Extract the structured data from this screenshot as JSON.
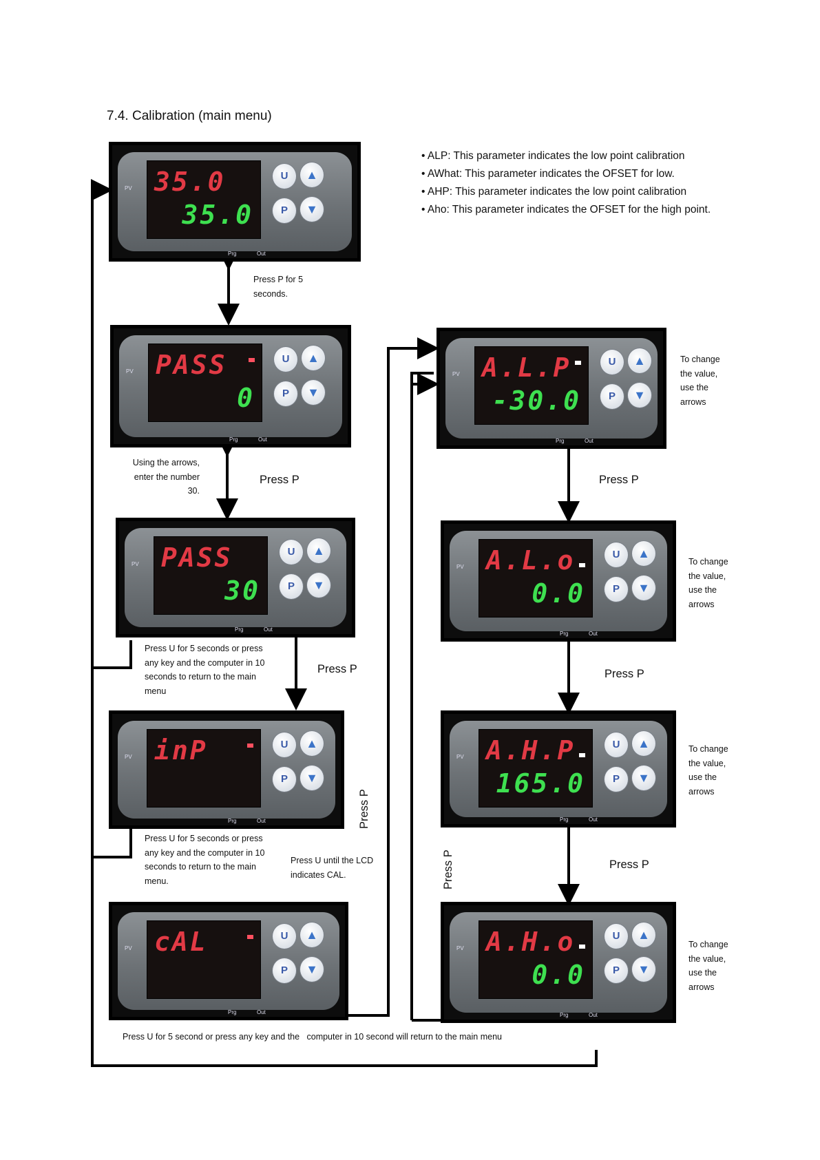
{
  "title": "7.4. Calibration (main menu)",
  "bullets": [
    "ALP: This parameter indicates the low point calibration",
    "AWhat: This parameter indicates the OFSET for low.",
    "AHP: This parameter indicates the low point calibration",
    "Aho: This parameter indicates the OFSET for the high point."
  ],
  "devices": [
    {
      "line1": "35.0",
      "line2": "35.0"
    },
    {
      "line1": "PASS",
      "line2": "0"
    },
    {
      "line1": "PASS",
      "line2": "30"
    },
    {
      "line1": "inP",
      "line2": ""
    },
    {
      "line1": "cAL",
      "line2": ""
    },
    {
      "line1": "A.L.P",
      "line2": "-30.0"
    },
    {
      "line1": "A.L.o",
      "line2": "0.0"
    },
    {
      "line1": "A.H.P",
      "line2": "165.0"
    },
    {
      "line1": "A.H.o",
      "line2": "0.0"
    }
  ],
  "device_labels": {
    "pv": "PV",
    "prg": "Prg",
    "out": "Out",
    "u": "U",
    "p": "P"
  },
  "notes": {
    "press_p_5s": "Press P for 5 seconds.",
    "enter_30": "Using the arrows, enter the number 30.",
    "press_u_1": "Press U for 5 seconds or press any key and the computer in 10 seconds to return to the main menu",
    "press_u_2": "Press U for 5 seconds or press any key and the computer in 10 seconds to return to the main menu.",
    "press_u_cal": "Press U until the LCD indicates CAL.",
    "bottom": "Press U for 5 second or press any key and the   computer in 10 second will return to the main menu",
    "change_value": "To change the value, use the arrows"
  },
  "press_p": "Press P"
}
